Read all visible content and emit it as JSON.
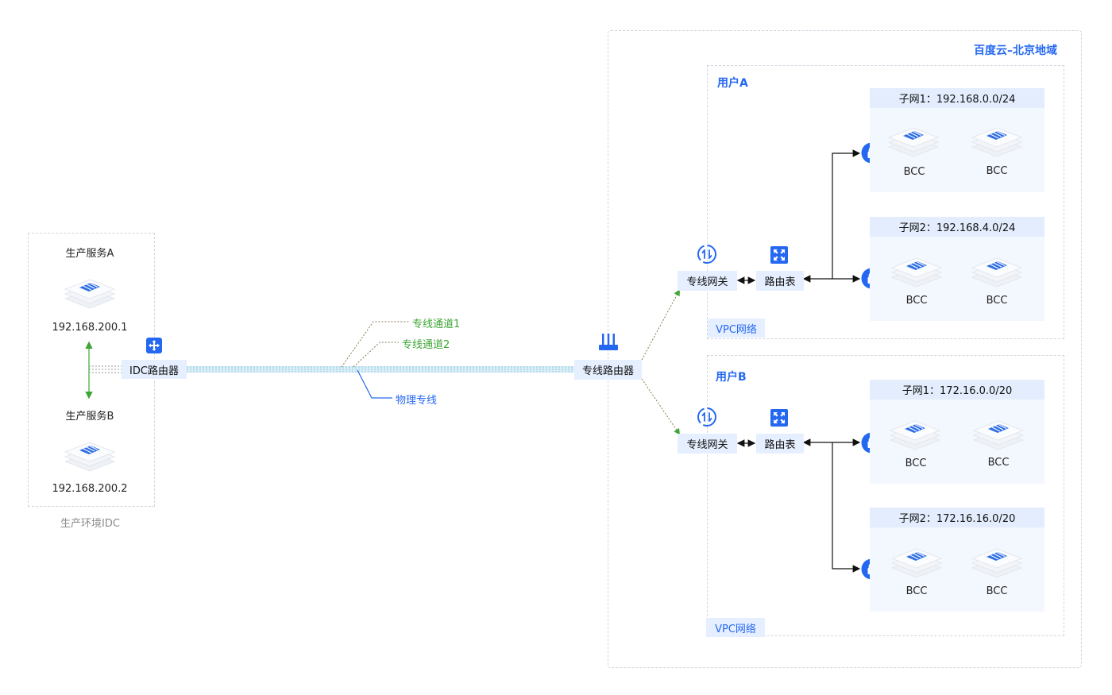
{
  "region": {
    "title": "百度云–北京地域"
  },
  "idc": {
    "caption": "生产环境IDC",
    "service_a": {
      "name": "生产服务A",
      "ip": "192.168.200.1"
    },
    "service_b": {
      "name": "生产服务B",
      "ip": "192.168.200.2"
    },
    "router": "IDC路由器"
  },
  "link": {
    "channel1": "专线通道1",
    "channel2": "专线通道2",
    "physical": "物理专线",
    "dedicated_router": "专线路由器"
  },
  "user_a": {
    "title": "用户A",
    "gateway": "专线网关",
    "route_table": "路由表",
    "vpc": "VPC网络",
    "subnets": [
      {
        "label": "子网1：192.168.0.0/24",
        "hosts": [
          "BCC",
          "BCC"
        ]
      },
      {
        "label": "子网2：192.168.4.0/24",
        "hosts": [
          "BCC",
          "BCC"
        ]
      }
    ]
  },
  "user_b": {
    "title": "用户B",
    "gateway": "专线网关",
    "route_table": "路由表",
    "vpc": "VPC网络",
    "subnets": [
      {
        "label": "子网1：172.16.0.0/20",
        "hosts": [
          "BCC",
          "BCC"
        ]
      },
      {
        "label": "子网2：172.16.16.0/20",
        "hosts": [
          "BCC",
          "BCC"
        ]
      }
    ]
  },
  "colors": {
    "accent": "#2468f2",
    "green": "#3fa535",
    "node_fill": "#e6efff",
    "subnet_fill": "#f3f7fe",
    "dashed_border": "#cfd6df",
    "physical_line": "#a8d8e8"
  },
  "icons": {
    "server": "server-stack-icon",
    "router": "router-move-icon",
    "dedicated_router": "antenna-router-icon",
    "gateway": "gateway-sync-icon",
    "route_table": "route-expand-icon",
    "lock": "lock-icon"
  }
}
